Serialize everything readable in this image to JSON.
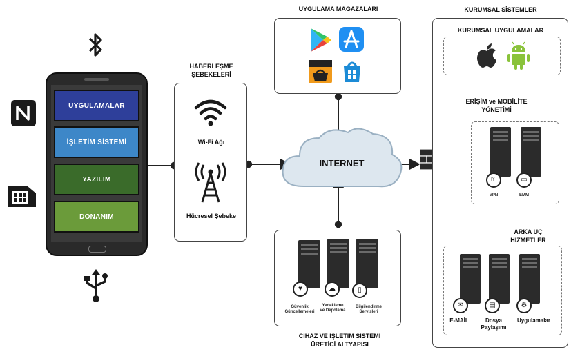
{
  "phone": {
    "layers": [
      {
        "label": "UYGULAMALAR",
        "color": "#2e3f9a"
      },
      {
        "label": "İŞLETİM SİSTEMİ",
        "color": "#3d87c8"
      },
      {
        "label": "YAZILIM",
        "color": "#3a6b2a"
      },
      {
        "label": "DONANIM",
        "color": "#6b9b3a"
      }
    ]
  },
  "networks": {
    "title": "HABERLEŞME\nŞEBEKELERİ",
    "wifi_label": "Wi-Fi Ağı",
    "cellular_label": "Hücresel Şebeke"
  },
  "app_stores": {
    "title": "UYGULAMA MAGAZALARI"
  },
  "internet": {
    "label": "INTERNET"
  },
  "manufacturer": {
    "title": "CİHAZ VE İŞLETİM SİSTEMİ\nÜRETİCİ ALTYAPISI",
    "services": [
      "Güvenlik\nGüncellemeleri",
      "Yedekleme\nve Depolama",
      "Bilgilendirme\nServisleri"
    ]
  },
  "enterprise": {
    "title": "KURUMSAL SİSTEMLER",
    "apps_title": "KURUMSAL UYGULAMALAR",
    "mobility_title": "ERİŞİM ve MOBİLİTE\nYÖNETİMİ",
    "mobility_items": [
      "VPN",
      "EMM"
    ],
    "backend_title": "ARKA UÇ\nHİZMETLER",
    "backend_items": [
      "E-MAİL",
      "Dosya\nPaylaşımı",
      "Uygulamalar"
    ]
  },
  "colors": {
    "accent_dark": "#1e1e1e",
    "server": "#2b2b2b",
    "cloud": "#dde7ef"
  }
}
